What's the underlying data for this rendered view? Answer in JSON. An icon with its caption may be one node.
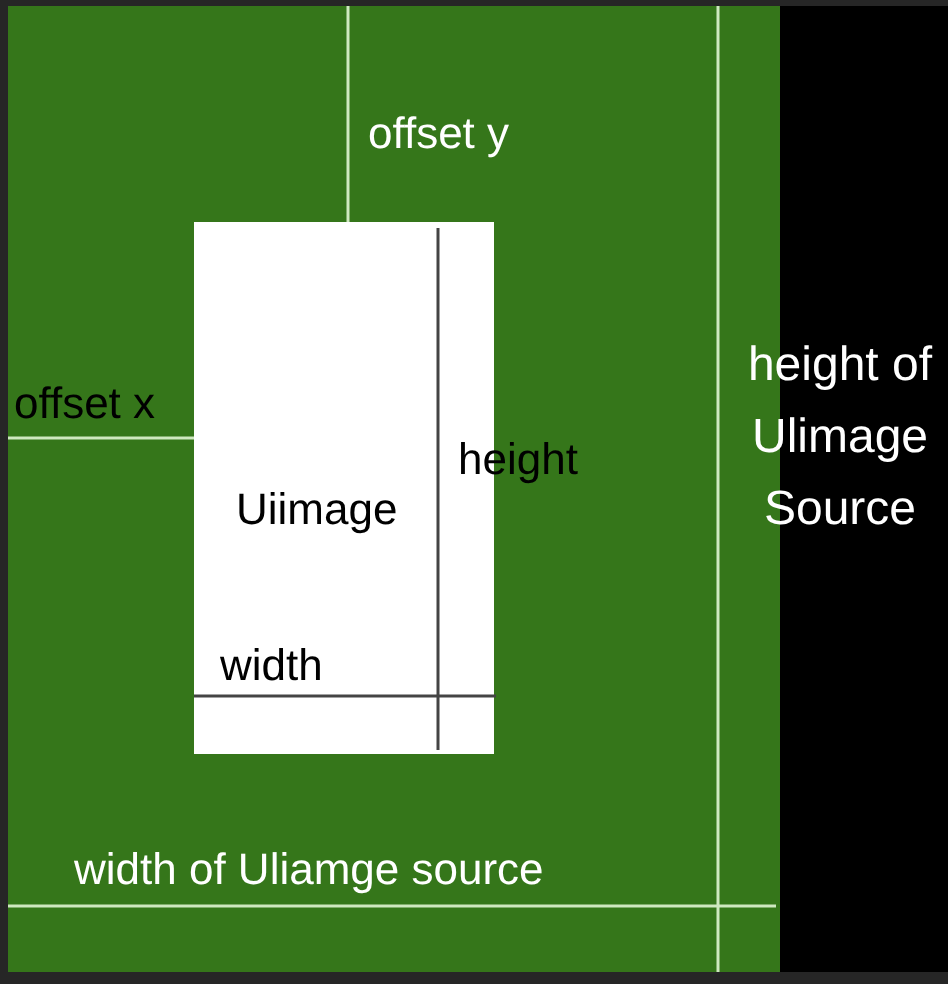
{
  "diagram": {
    "nodes": [
      {
        "text": [],
        "shape": "box"
      },
      {
        "text": [
          "Uiimage"
        ],
        "in": 0
      }
    ],
    "labels": [
      "offset y",
      "offset x",
      "height",
      "width",
      "width of Uliamge source",
      "height of Ulimage Source"
    ]
  }
}
